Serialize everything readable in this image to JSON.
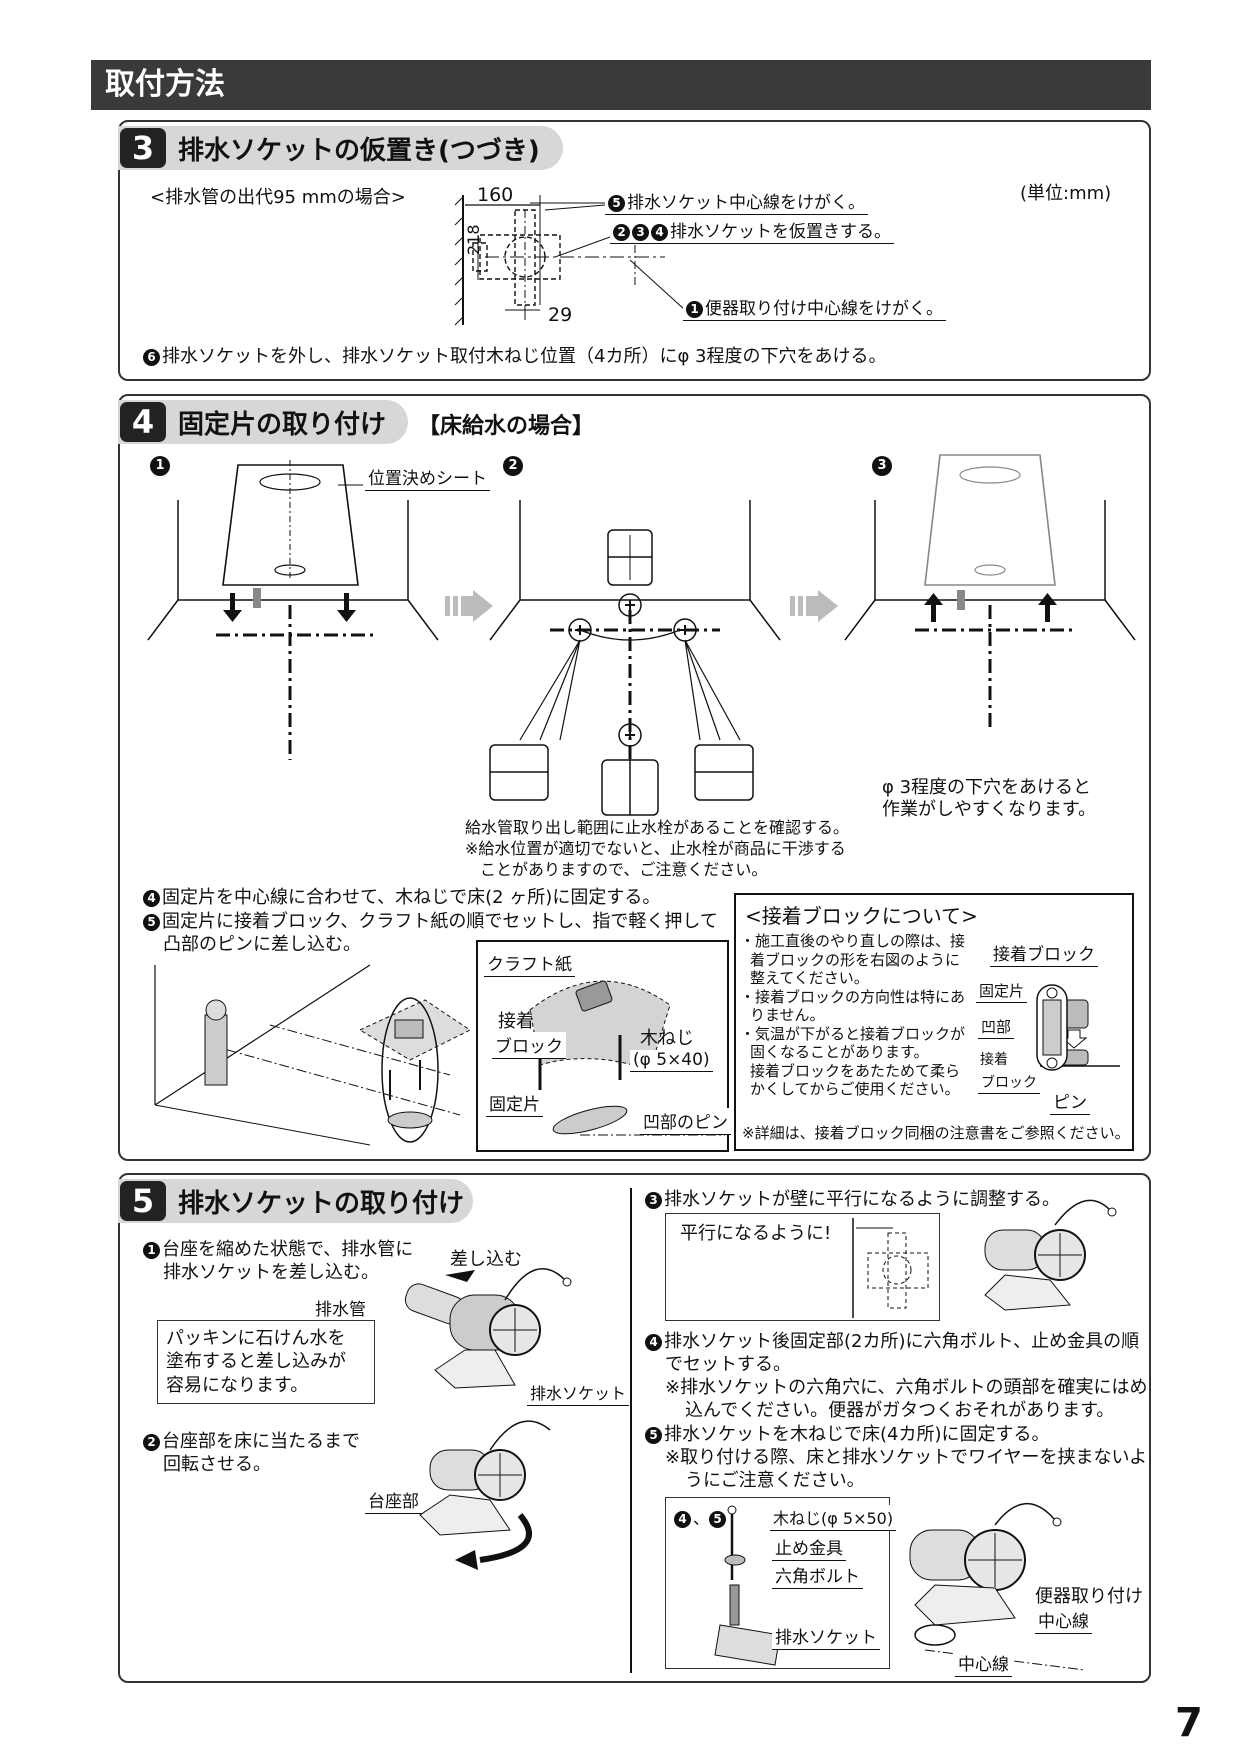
{
  "header": {
    "title": "取付方法"
  },
  "page_number": "7",
  "step3": {
    "num": "3",
    "title": "排水ソケットの仮置き(つづき)",
    "case": "<排水管の出代95 mmの場合>",
    "unit": "(単位:mm)",
    "dim_160": "160",
    "dim_218": "218",
    "dim_29": "29",
    "c5": "❺",
    "l5": "排水ソケット中心線をけがく。",
    "c234": "❷❸❹",
    "l234": "排水ソケットを仮置きする。",
    "c1": "❶",
    "l1": "便器取り付け中心線をけがく。",
    "c6": "❻",
    "l6": "排水ソケットを外し、排水ソケット取付木ねじ位置（4カ所）にφ 3程度の下穴をあける。"
  },
  "step4": {
    "num": "4",
    "title": "固定片の取り付け",
    "subtitle": "【床給水の場合】",
    "m1": "❶",
    "m2": "❷",
    "m3": "❸",
    "sheet": "位置決めシート",
    "note2_1": "給水管取り出し範囲に止水栓があることを確認する。",
    "note2_2": "※給水位置が適切でないと、止水栓が商品に干渉する",
    "note2_3": "ことがありますので、ご注意ください。",
    "note3_1": "φ 3程度の下穴をあけると",
    "note3_2": "作業がしやすくなります。",
    "c4": "❹",
    "i4": "固定片を中心線に合わせて、木ねじで床(2 ヶ所)に固定する。",
    "c5": "❺",
    "i5a": "固定片に接着ブロック、クラフト紙の順でセットし、指で軽く押して",
    "i5b": "凸部のピンに差し込む。",
    "kraft": "クラフト紙",
    "block1": "接着",
    "block2": "ブロック",
    "screw1": "木ねじ",
    "screw2": "(φ 5×40)",
    "piece": "固定片",
    "pin": "凹部のピン",
    "about": {
      "title": "<接着ブロックについて>",
      "b1a": "・施工直後のやり直しの際は、接",
      "b1b": "着ブロックの形を右図のように",
      "b1c": "整えてください。",
      "b2a": "・接着ブロックの方向性は特にあ",
      "b2b": "りません。",
      "b3a": "・気温が下がると接着ブロックが",
      "b3b": "固くなることがあります。",
      "b3c": "接着ブロックをあたためて柔ら",
      "b3d": "かくしてからご使用ください。",
      "note": "※詳細は、接着ブロック同梱の注意書をご参照ください。",
      "lbl_block": "接着ブロック",
      "lbl_piece": "固定片",
      "lbl_recess": "凹部",
      "lbl_b1": "接着",
      "lbl_b2": "ブロック",
      "lbl_pin": "ピン"
    }
  },
  "step5": {
    "num": "5",
    "title": "排水ソケットの取り付け",
    "c1": "❶",
    "s1a": "台座を縮めた状態で、排水管に",
    "s1b": "排水ソケットを差し込む。",
    "insert": "差し込む",
    "pipe": "排水管",
    "soap1": "パッキンに石けん水を",
    "soap2": "塗布すると差し込みが",
    "soap3": "容易になります。",
    "socket": "排水ソケット",
    "c2": "❷",
    "s2a": "台座部を床に当たるまで",
    "s2b": "回転させる。",
    "base": "台座部",
    "c3": "❸",
    "s3": "排水ソケットが壁に平行になるように調整する。",
    "parallel": "平行になるように!",
    "c4": "❹",
    "s4a": "排水ソケット後固定部(2カ所)に六角ボルト、止め金具の順",
    "s4b": "でセットする。",
    "s4n1": "※排水ソケットの六角穴に、六角ボルトの頭部を確実にはめ",
    "s4n2": "込んでください。便器がガタつくおそれがあります。",
    "c5": "❺",
    "s5": "排水ソケットを木ねじで床(4カ所)に固定する。",
    "s5n1": "※取り付ける際、床と排水ソケットでワイヤーを挟まないよ",
    "s5n2": "うにご注意ください。",
    "inset_marks": "❹、❺",
    "screw": "木ねじ(φ 5×50)",
    "stopper": "止め金具",
    "hexbolt": "六角ボルト",
    "socket2": "排水ソケット",
    "center1": "便器取り付け",
    "center2": "中心線",
    "centerline": "中心線"
  }
}
